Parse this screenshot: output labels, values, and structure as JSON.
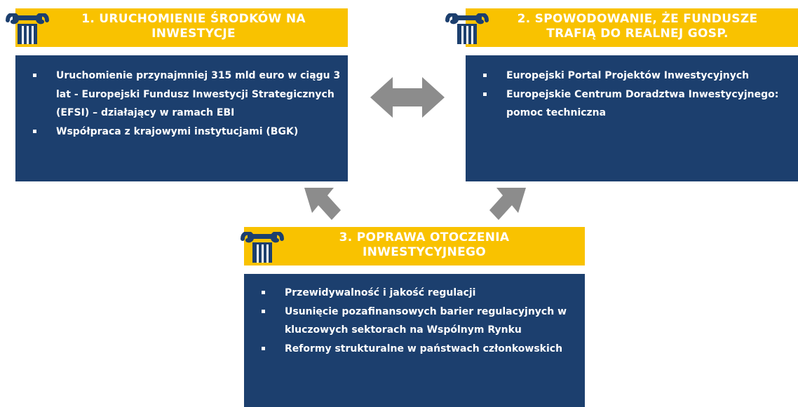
{
  "colors": {
    "header_bg": "#f9c200",
    "body_bg": "#1c3f6e",
    "icon_color": "#1c3f6e",
    "arrow_color": "#8c8c8c"
  },
  "pillars": [
    {
      "icon": "ionic-column-icon",
      "title_lines": [
        "1. URUCHOMIENIE ŚRODKÓW NA",
        "INWESTYCJE"
      ],
      "items": [
        "Uruchomienie przynajmniej 315 mld euro w ciągu 3 lat - Europejski Fundusz Inwestycji Strategicznych (EFSI) – działający w ramach EBI",
        "Współpraca z krajowymi instytucjami (BGK)"
      ]
    },
    {
      "icon": "ionic-column-icon",
      "title_lines": [
        "2. SPOWODOWANIE, ŻE FUNDUSZE",
        "TRAFIĄ DO REALNEJ GOSP."
      ],
      "items": [
        "Europejski Portal Projektów Inwestycyjnych",
        "Europejskie Centrum Doradztwa Inwestycyjnego: pomoc techniczna"
      ]
    },
    {
      "icon": "ionic-column-icon",
      "title_lines": [
        "3. POPRAWA OTOCZENIA",
        "INWESTYCYJNEGO"
      ],
      "items": [
        "Przewidywalność i jakość regulacji",
        "Usunięcie pozafinansowych barier regulacyjnych w kluczowych sektorach na Wspólnym Rynku",
        "Reformy strukturalne w państwach członkowskich"
      ]
    }
  ],
  "connectors": [
    {
      "icon": "double-arrow-icon",
      "from": "pillar-1",
      "to": "pillar-2"
    },
    {
      "icon": "arrow-up-left-icon",
      "from": "pillar-3",
      "to": "pillar-1"
    },
    {
      "icon": "arrow-up-right-icon",
      "from": "pillar-3",
      "to": "pillar-2"
    }
  ]
}
